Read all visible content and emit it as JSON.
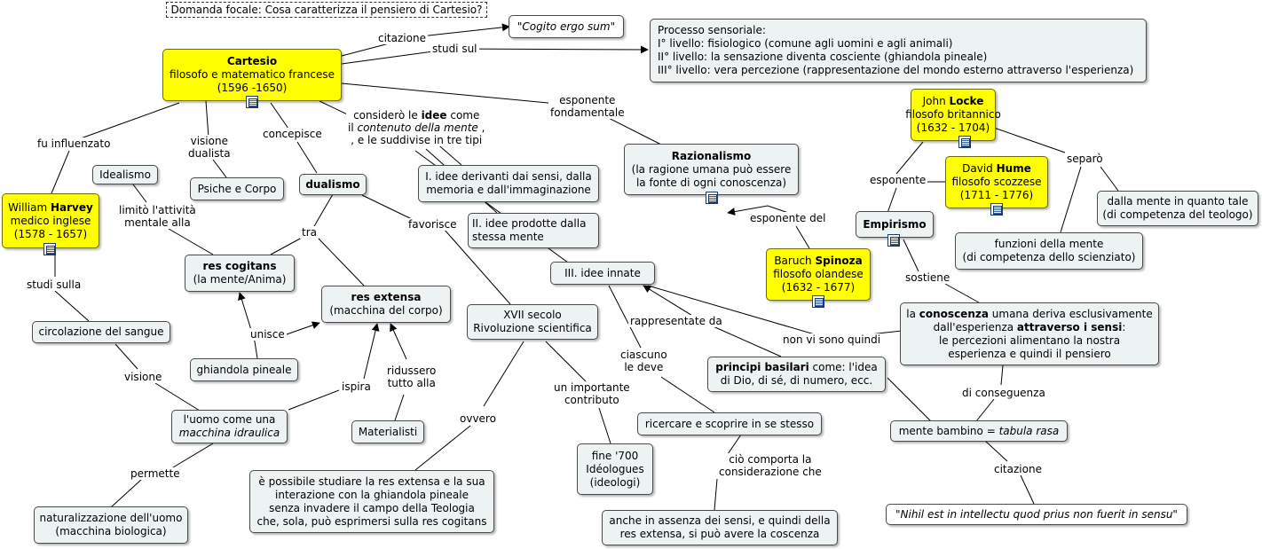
{
  "focus_question": "Domanda focale: Cosa caratterizza il pensiero di Cartesio?",
  "nodes": {
    "cartesio": [
      "Cartesio",
      "filosofo e matematico francese",
      "(1596 -1650)"
    ],
    "cogito": [
      "\"Cogito ergo sum\""
    ],
    "processo": [
      "Processo sensoriale:",
      "I° livello: fisiologico (comune agli uomini e agli animali)",
      "II° livello: la sensazione diventa cosciente (ghiandola pineale)",
      "III° livello: vera percezione (rappresentazione del mondo esterno attraverso l'esperienza)"
    ],
    "locke": [
      "John Locke",
      "filosofo britannico",
      "(1632 - 1704)"
    ],
    "hume": [
      "David Hume",
      "filosofo scozzese",
      "(1711 - 1776)"
    ],
    "idealismo": [
      "Idealismo"
    ],
    "harvey": [
      "William Harvey",
      "medico inglese",
      "(1578 - 1657)"
    ],
    "psiche": [
      "Psiche e Corpo"
    ],
    "dualismo": [
      "dualismo"
    ],
    "idee1": [
      "I. idee derivanti dai sensi, dalla",
      "memoria e dall'immaginazione"
    ],
    "razionalismo": [
      "Razionalismo",
      "(la ragione umana può essere",
      "la fonte di ogni conoscenza)"
    ],
    "mente_teologo": [
      "dalla mente in quanto tale",
      "(di competenza del teologo)"
    ],
    "empirismo": [
      "Empirismo"
    ],
    "idee2": [
      "II. idee prodotte dalla",
      "stessa mente"
    ],
    "funzioni": [
      "funzioni della mente",
      "(di competenza dello scienziato)"
    ],
    "res_cogitans": [
      "res cogitans",
      "(la mente/Anima)"
    ],
    "idee3": [
      "III. idee innate"
    ],
    "spinoza": [
      "Baruch Spinoza",
      "filosofo olandese",
      "(1632 - 1677)"
    ],
    "res_extensa": [
      "res extensa",
      "(macchina del corpo)"
    ],
    "xvii": [
      "XVII secolo",
      "Rivoluzione scientifica"
    ],
    "conoscenza": [
      "la conoscenza umana deriva esclusivamente",
      "dall'esperienza attraverso i sensi:",
      "le percezioni alimentano la nostra",
      "esperienza e quindi il pensiero"
    ],
    "circolazione": [
      "circolazione del sangue"
    ],
    "ghiandola": [
      "ghiandola pineale"
    ],
    "principi": [
      "principi basilari come: l'idea",
      "di Dio, di sé, di numero, ecc."
    ],
    "uomo_macchina": [
      "l'uomo come una",
      "macchina idraulica"
    ],
    "ricercare": [
      "ricercare e scoprire in se stesso"
    ],
    "materialisti": [
      "Materialisti"
    ],
    "tabula": [
      "mente bambino = tabula rasa"
    ],
    "ideologues": [
      "fine '700",
      "Idéologues",
      "(ideologi)"
    ],
    "possibile": [
      "è possibile studiare la res extensa e la sua",
      "interazione con la ghiandola pineale",
      "senza invadere il campo della Teologia",
      "che, sola, può esprimersi sulla res cogitans"
    ],
    "naturalizzazione": [
      "naturalizzazione dell'uomo",
      "(macchina biologica)"
    ],
    "assenza": [
      "anche in assenza dei sensi, e quindi della",
      "res extensa, si può avere la coscenza"
    ],
    "nihil": [
      "\"Nihil est in intellectu quod prius non fuerit in sensu\""
    ]
  },
  "labels": {
    "citazione1": [
      "citazione"
    ],
    "studi_sul": [
      "studi sul"
    ],
    "esponente_fond": [
      "esponente",
      "fondamentale"
    ],
    "considero": [
      "considerò le idee come",
      "il contenuto della mente ,",
      ", e le suddivise in tre tipi"
    ],
    "fu_influenzato": [
      "fu influenzato"
    ],
    "visione_dualista": [
      "visione",
      "dualista"
    ],
    "concepisce": [
      "concepisce"
    ],
    "separo": [
      "separò"
    ],
    "esponente": [
      "esponente"
    ],
    "limito": [
      "limitò l'attività",
      "mentale alla"
    ],
    "esponente_del": [
      "esponente del"
    ],
    "favorisce": [
      "favorisce"
    ],
    "tra": [
      "tra"
    ],
    "studi_sulla": [
      "studi sulla"
    ],
    "sostiene": [
      "sostiene"
    ],
    "rappresentate_da": [
      "rappresentate da"
    ],
    "unisce": [
      "unisce"
    ],
    "non_vi_sono": [
      "non vi sono quindi"
    ],
    "ciascuno": [
      "ciascuno",
      "le deve"
    ],
    "ridussero": [
      "ridussero",
      "tutto alla"
    ],
    "visione": [
      "visione"
    ],
    "ispira": [
      "ispira"
    ],
    "un_importante": [
      "un importante",
      "contributo"
    ],
    "di_conseguenza": [
      "di conseguenza"
    ],
    "ovvero": [
      "ovvero"
    ],
    "cio_comporta": [
      "ciò comporta la",
      "considerazione che"
    ],
    "citazione2": [
      "citazione"
    ],
    "permette": [
      "permette"
    ]
  },
  "colors": {
    "node_fill": "#edf2f3",
    "person_fill": "#ffff00",
    "line": "#000000"
  }
}
